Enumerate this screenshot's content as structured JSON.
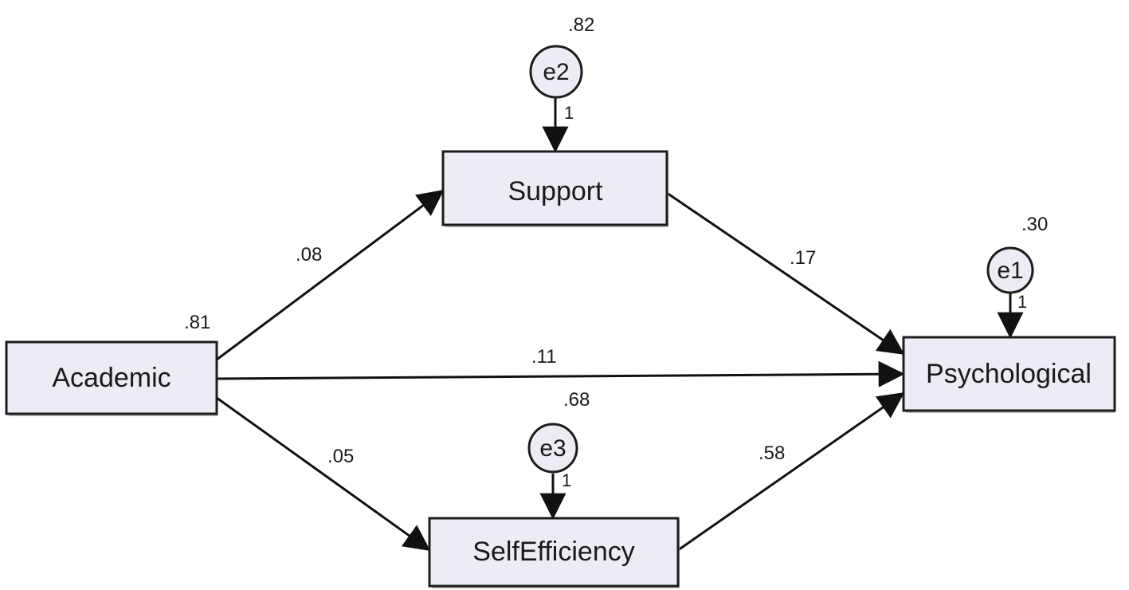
{
  "nodes": {
    "academic": {
      "label": "Academic",
      "value": ".81"
    },
    "support": {
      "label": "Support"
    },
    "selfefficiency": {
      "label": "SelfEfficiency"
    },
    "psychological": {
      "label": "Psychological"
    }
  },
  "errors": {
    "e2": {
      "label": "e2",
      "variance": ".82",
      "weight": "1"
    },
    "e3": {
      "label": "e3",
      "variance": ".68",
      "weight": "1"
    },
    "e1": {
      "label": "e1",
      "variance": ".30",
      "weight": "1"
    }
  },
  "paths": {
    "academic_support": ".08",
    "academic_selfefficiency": ".05",
    "academic_psychological": ".11",
    "support_psychological": ".17",
    "selfefficiency_psychological": ".58"
  }
}
